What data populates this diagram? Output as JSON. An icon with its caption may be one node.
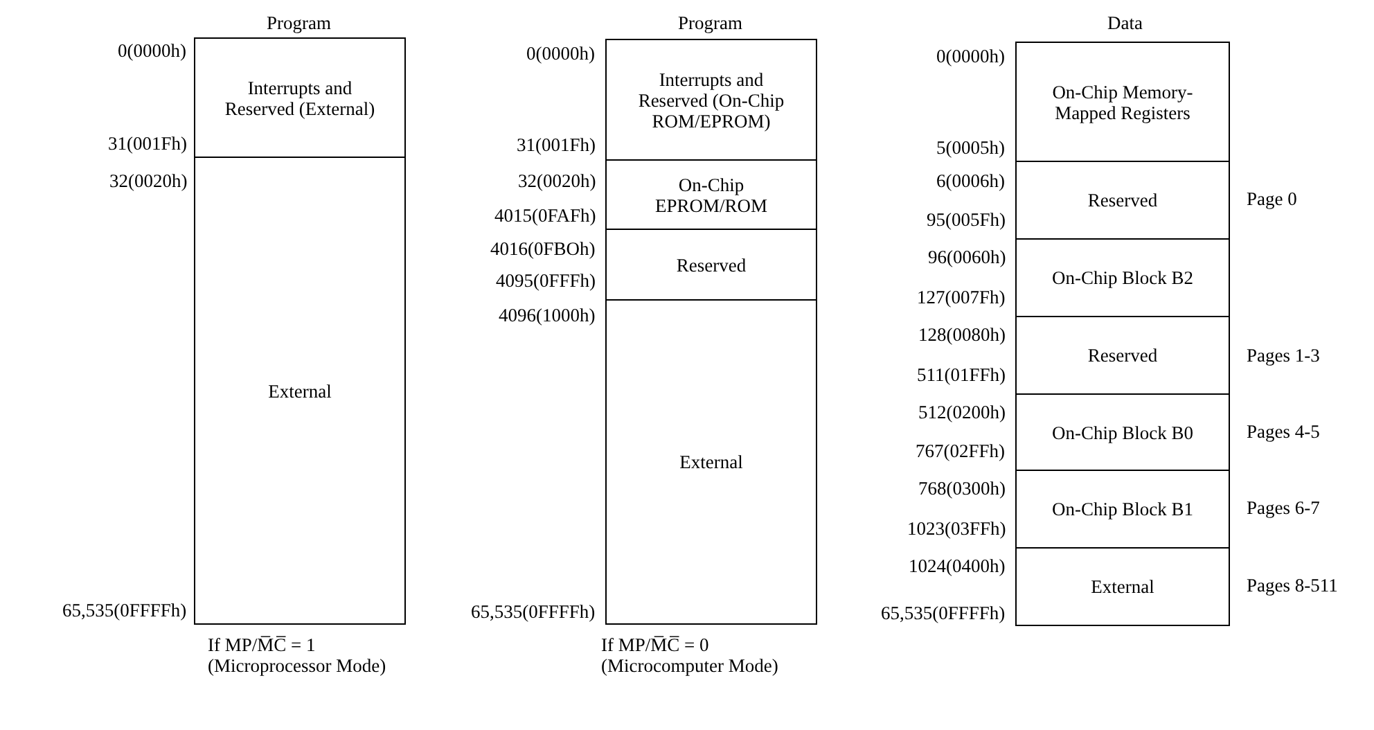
{
  "diagram": {
    "nodes": [
      {
        "text": [
          "Interrupts and Reserved (External)"
        ]
      },
      {
        "text": [
          "External"
        ]
      },
      {
        "text": [
          "Interrupts and Reserved (On-Chip ROM/EPROM)"
        ]
      },
      {
        "text": [
          "On-Chip EPROM/ROM"
        ]
      },
      {
        "text": [
          "Reserved"
        ]
      },
      {
        "text": [
          "External"
        ]
      },
      {
        "text": [
          "On-Chip Memory-Mapped Registers"
        ]
      },
      {
        "text": [
          "Reserved"
        ]
      },
      {
        "text": [
          "On-Chip Block B2"
        ]
      },
      {
        "text": [
          "Reserved"
        ]
      },
      {
        "text": [
          "On-Chip Block B0"
        ]
      },
      {
        "text": [
          "On-Chip Block B1"
        ]
      },
      {
        "text": [
          "External"
        ]
      }
    ],
    "labels": [
      "Program",
      "0(0000h)",
      "31(001Fh)",
      "32(0020h)",
      "65,535(0FFFFh)",
      "If MP/M̅C̅ = 1 (Microprocessor Mode)",
      "Program",
      "0(0000h)",
      "31(001Fh)",
      "32(0020h)",
      "4015(0FAFh)",
      "4016(0FBOh)",
      "4095(0FFFh)",
      "4096(1000h)",
      "65,535(0FFFFh)",
      "If MP/M̅C̅ = 0 (Microcomputer Mode)",
      "Data",
      "0(0000h)",
      "5(0005h)",
      "6(0006h)",
      "95(005Fh)",
      "Page 0",
      "96(0060h)",
      "127(007Fh)",
      "128(0080h)",
      "Pages 1-3",
      "511(01FFh)",
      "512(0200h)",
      "Pages 4-5",
      "767(02FFh)",
      "768(0300h)",
      "Pages 6-7",
      "1023(03FFh)",
      "1024(0400h)",
      "Pages 8-511",
      "65,535(0FFFFh)"
    ]
  }
}
